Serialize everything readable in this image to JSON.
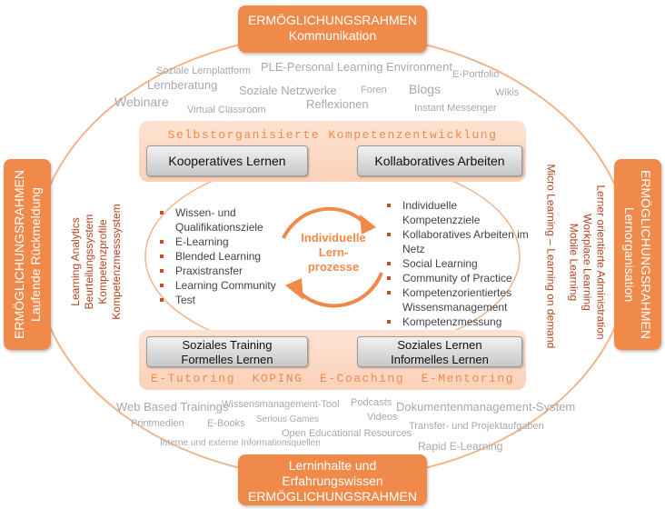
{
  "top_box": {
    "line1": "ERMÖGLICHUNGSRAHMEN",
    "line2": "Kommunikation"
  },
  "bottom_box": {
    "line1": "Lerninhalte und",
    "line2": "Erfahrungswissen",
    "line3": "ERMÖGLICHUNGSRAHMEN"
  },
  "left_box": {
    "line1": "ERMÖGLICHUNGSRAHMEN",
    "line2": "Laufende Rückmeldung"
  },
  "right_box": {
    "line1": "ERMÖGLICHUNGSRAHMEN",
    "line2": "Lernorganisation"
  },
  "top_words": [
    "Soziale Lernplattform",
    "PLE-Personal Learning Environment",
    "E-Portfolio",
    "Lernberatung",
    "Soziale Netzwerke",
    "Foren",
    "Blogs",
    "Wikis",
    "Webinare",
    "Reflexionen",
    "Virtual Classroom",
    "Instant Messenger"
  ],
  "bottom_words": [
    "Web Based Trainings",
    "Wissensmanagement-Tool",
    "Podcasts",
    "Dokumentenmanagement-System",
    "Videos",
    "Printmedien",
    "E-Books",
    "Serious Games",
    "Transfer- und Projektaufgaben",
    "Open Educational Resources",
    "Interne und externe Informationsquellen",
    "Rapid E-Learning"
  ],
  "inner_top": {
    "title": "Selbstorganisierte Kompetenzentwicklung",
    "left_button": "Kooperatives Lernen",
    "right_button": "Kollaboratives Arbeiten"
  },
  "inner_bottom": {
    "title": "E-Tutoring  KOPING  E-Coaching  E-Mentoring",
    "left_button": {
      "line1": "Soziales Training",
      "line2": "Formelles Lernen"
    },
    "right_button": {
      "line1": "Soziales Lernen",
      "line2": "Informelles Lernen"
    }
  },
  "left_list": [
    "Wissen- und",
    "Qualifikationsziele",
    "E-Learning",
    "Blended Learning",
    "Praxistransfer",
    "Learning Community",
    "Test"
  ],
  "right_list": [
    "Individuelle Kompetenzziele",
    "Kollaboratives Arbeiten im",
    "Netz",
    "Social Learning",
    "Community of Practice",
    "Kompetenzorientiertes",
    "Wissensmanagement",
    "Kompetenzmessung"
  ],
  "left_vertical": {
    "line1": "Learning Analytics",
    "line2": "Beurteilungssystem",
    "line3": "Kompetenzprofile",
    "line4": "Kompetenzmesssystem"
  },
  "right_vertical_orange": "Micro Learning – Learning on demand",
  "right_vertical": {
    "line1": "Lerner orientierte Administration",
    "line2": "Workplace Learning",
    "line3": "Mobile Learning"
  },
  "center": {
    "line1": "Individuelle",
    "line2": "Lern-",
    "line3": "prozesse"
  },
  "colors": {
    "accent": "#f08a4b",
    "vertical_text": "#b5441e",
    "grey_text": "#a9a9a9"
  }
}
